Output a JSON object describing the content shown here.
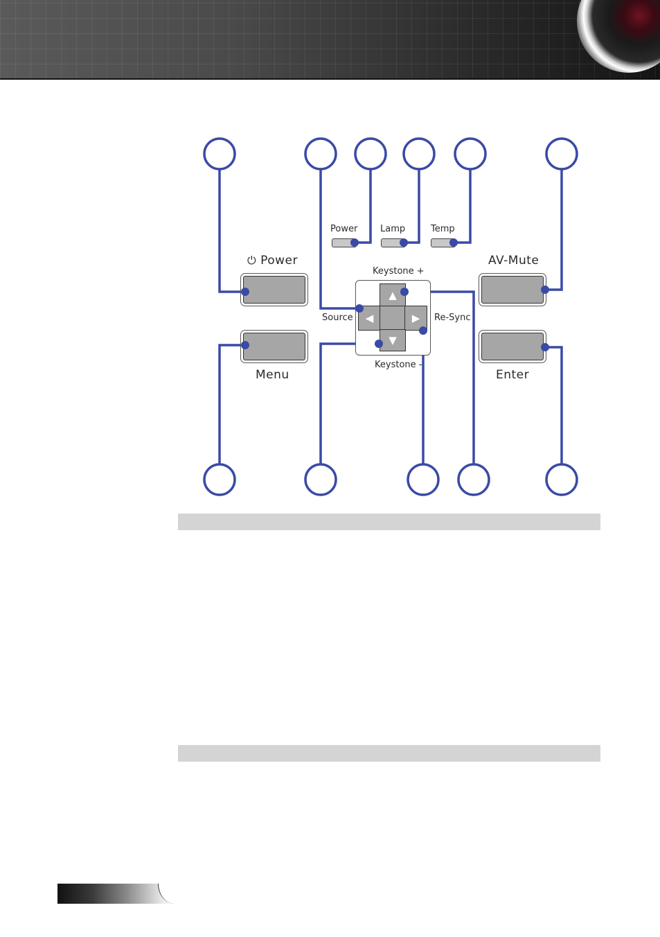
{
  "indicators": {
    "power": "Power",
    "lamp": "Lamp",
    "temp": "Temp"
  },
  "buttons": {
    "power": "Power",
    "menu": "Menu",
    "av_mute": "AV-Mute",
    "enter": "Enter"
  },
  "dpad": {
    "keystone_plus": "Keystone +",
    "keystone_minus": "Keystone -",
    "source": "Source",
    "resync": "Re-Sync"
  },
  "icons": {
    "power": "power-icon",
    "up": "triangle-up-icon",
    "down": "triangle-down-icon",
    "left": "triangle-left-icon",
    "right": "triangle-right-icon"
  },
  "colors": {
    "callout": "#3a4aa6",
    "button_fill": "#a6a6a6",
    "section_bar": "#d4d4d4"
  }
}
